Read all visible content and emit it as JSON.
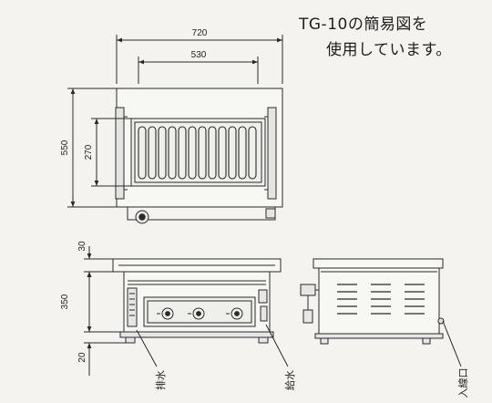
{
  "note": {
    "line1": "TG-10の簡易図を",
    "line2": "使用しています。"
  },
  "dimensions": {
    "overall_width": "720",
    "grill_width": "530",
    "overall_depth": "550",
    "grill_depth": "270",
    "top_height": "30",
    "body_height": "350",
    "leg_height": "20"
  },
  "labels": {
    "drain": "排水",
    "water_supply": "給水",
    "wire_inlet": "入線口"
  },
  "colors": {
    "line": "#2a2a2a",
    "panel": "#e6e6e6",
    "background": "#f4f3ef"
  }
}
